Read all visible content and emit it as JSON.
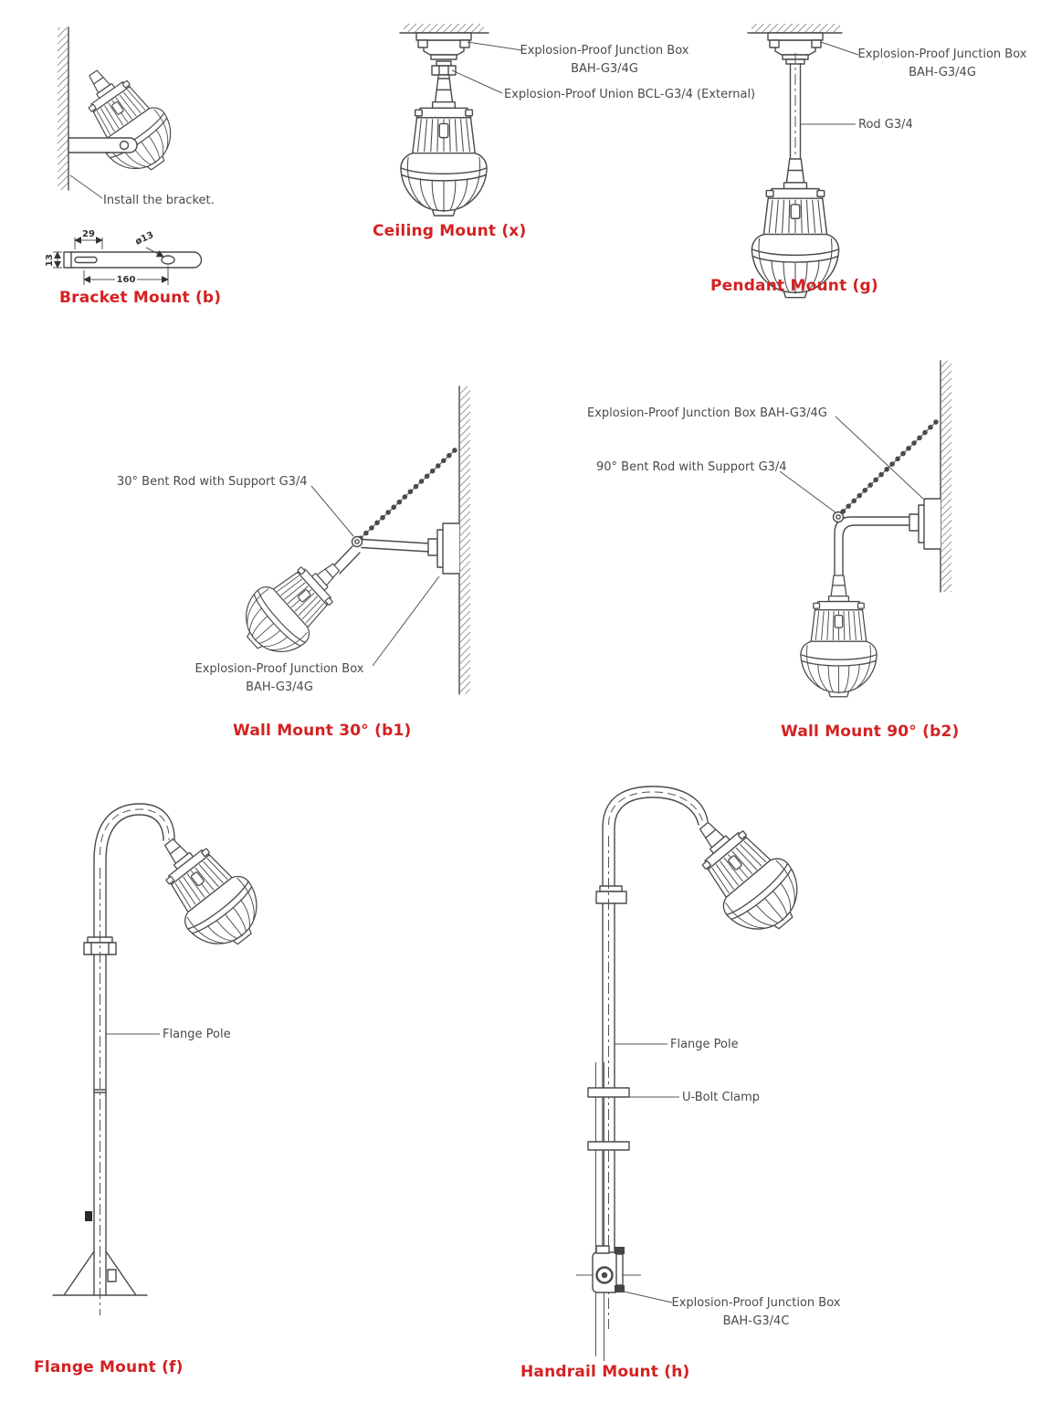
{
  "colors": {
    "title_red": "#d42121",
    "line_gray": "#4a4a4a",
    "label_gray": "#4a4a4a"
  },
  "diagrams": {
    "bracket_mount": {
      "title": "Bracket Mount (b)",
      "note": "Install the bracket.",
      "dimensions": {
        "slot_width": "29",
        "hole_dia": "ø13",
        "hole_spacing": "160",
        "thickness": "13"
      }
    },
    "ceiling_mount": {
      "title": "Ceiling Mount (x)",
      "junction_box_label_line1": "Explosion-Proof Junction Box",
      "junction_box_label_line2": "BAH-G3/4G",
      "union_label": "Explosion-Proof Union BCL-G3/4 (External)"
    },
    "pendant_mount": {
      "title": "Pendant Mount (g)",
      "junction_box_label_line1": "Explosion-Proof Junction Box",
      "junction_box_label_line2": "BAH-G3/4G",
      "rod_label": "Rod G3/4"
    },
    "wall_mount_30": {
      "title": "Wall Mount 30° (b1)",
      "bent_rod_label": "30° Bent Rod with Support G3/4",
      "junction_box_label_line1": "Explosion-Proof Junction Box",
      "junction_box_label_line2": "BAH-G3/4G"
    },
    "wall_mount_90": {
      "title": "Wall Mount 90° (b2)",
      "junction_box_label": "Explosion-Proof Junction Box BAH-G3/4G",
      "bent_rod_label": "90° Bent Rod with Support G3/4"
    },
    "flange_mount": {
      "title": "Flange Mount (f)",
      "pole_label": "Flange Pole"
    },
    "handrail_mount": {
      "title": "Handrail Mount (h)",
      "pole_label": "Flange Pole",
      "clamp_label": "U-Bolt Clamp",
      "junction_box_label_line1": "Explosion-Proof Junction Box",
      "junction_box_label_line2": "BAH-G3/4C"
    }
  }
}
